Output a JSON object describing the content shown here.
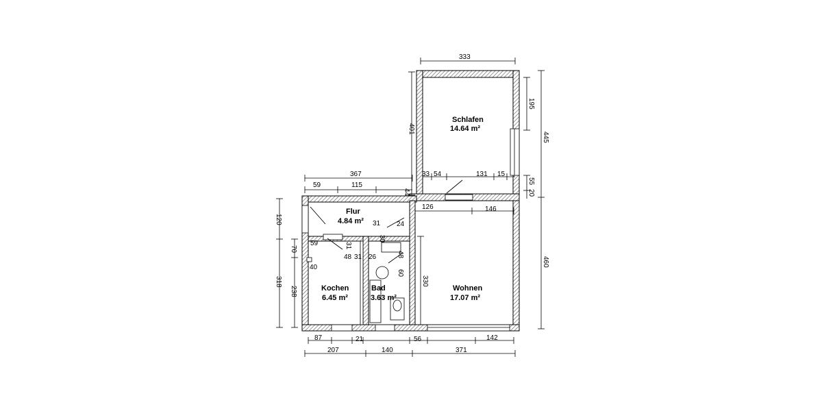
{
  "rooms": {
    "schlafen": {
      "name": "Schlafen",
      "area": "14.64 m²"
    },
    "flur": {
      "name": "Flur",
      "area": "4.84 m²"
    },
    "kochen": {
      "name": "Kochen",
      "area": "6.45 m²"
    },
    "bad": {
      "name": "Bad",
      "area": "3.63 m²"
    },
    "wohnen": {
      "name": "Wohnen",
      "area": "17.07 m²"
    }
  },
  "dimensions": {
    "top_schlafen": "333",
    "left_schlafen_height": "401",
    "right_upper": "195",
    "right_total": "445",
    "right_lower_total": "460",
    "right_55": "55",
    "right_20": "20",
    "flur_width": "367",
    "flur_59": "59",
    "flur_115": "115",
    "flur_44": "44",
    "s_33": "33",
    "s_54": "54",
    "s_131": "131",
    "s_15": "15",
    "w_126": "126",
    "w_146": "146",
    "left_120": "120",
    "left_70": "70",
    "left_318": "318",
    "left_238": "238",
    "k_59": "59",
    "k_40": "40",
    "k_48": "48",
    "k_31": "31",
    "k_31b": "31",
    "f_31": "31",
    "f_24": "24",
    "b_30": "30",
    "b_26": "26",
    "b_48": "48",
    "b_60": "60",
    "wohnen_330": "330",
    "bottom_87": "87",
    "bottom_21": "21",
    "bottom_56": "56",
    "bottom_142": "142",
    "bottom_207": "207",
    "bottom_140": "140",
    "bottom_371": "371"
  }
}
